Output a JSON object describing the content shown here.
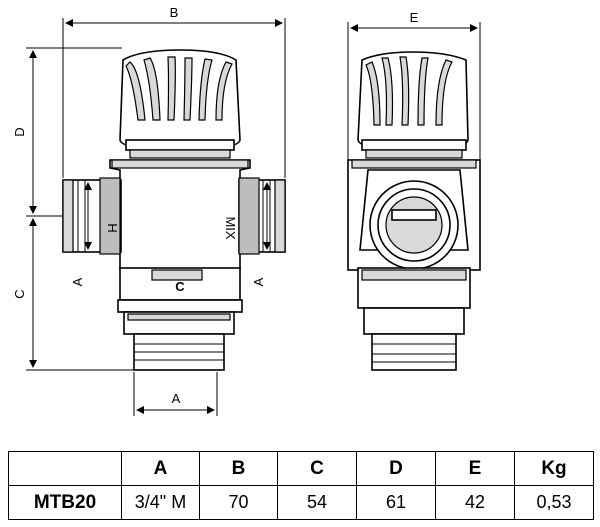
{
  "labels": {
    "dim_b": "B",
    "dim_e": "E",
    "dim_d": "D",
    "dim_c": "C",
    "dim_a_left": "A",
    "dim_a_right": "A",
    "dim_a_bottom": "A",
    "port_hot": "H",
    "port_mix": "MIX",
    "port_cold": "C"
  },
  "table": {
    "headers": [
      "",
      "A",
      "B",
      "C",
      "D",
      "E",
      "Kg"
    ],
    "rows": [
      [
        "MTB20",
        "3/4\" M",
        "70",
        "54",
        "61",
        "42",
        "0,53"
      ]
    ]
  }
}
